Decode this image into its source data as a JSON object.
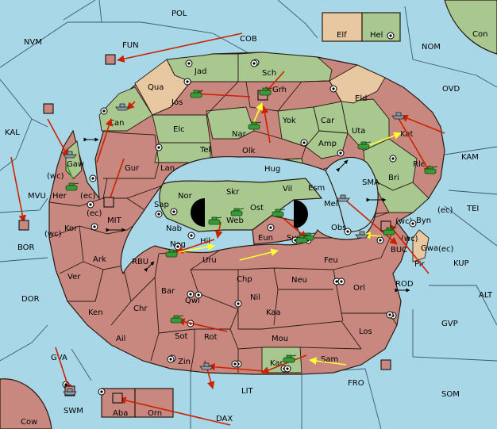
{
  "colors": {
    "sea": "#a8d8e8",
    "red_power": "#c88880",
    "green_power": "#a8c890",
    "neutral": "#e8c8a0",
    "order_red": "#cc2200",
    "order_yellow": "#ffff33",
    "order_green": "#22aa22"
  },
  "sea_labels": [
    "POL",
    "NVM",
    "FUN",
    "COB",
    "NOM",
    "Con",
    "OVD",
    "KAL",
    "KAM",
    "MVU",
    "TEI",
    "BOR",
    "MIT",
    "SMA",
    "KUP",
    "ALT",
    "DOR",
    "RBU",
    "BUC",
    "ROD",
    "GVP",
    "GVA",
    "FRO",
    "SOM",
    "SWM",
    "LIT",
    "DAX",
    "Cow"
  ],
  "land_labels": [
    "Elf",
    "Hel",
    "Jad",
    "Sch",
    "Qua",
    "Jos",
    "Grh",
    "Eld",
    "Can",
    "Elc",
    "Nar",
    "Yok",
    "Car",
    "Uta",
    "Kat",
    "Gur",
    "Tel",
    "Olk",
    "Amp",
    "Rle",
    "Lan",
    "Hug",
    "Bri",
    "Gaw",
    "Her",
    "Nor",
    "Skr",
    "Vil",
    "Esm",
    "Sap",
    "Ost",
    "Web",
    "Mel",
    "Byn",
    "Kor",
    "Nab",
    "Obs",
    "Gwa",
    "Nog",
    "Hil",
    "Eun",
    "Sun",
    "Pir",
    "Ark",
    "Uru",
    "Feu",
    "Ver",
    "Chp",
    "Neu",
    "Bar",
    "Qwi",
    "Nil",
    "Orl",
    "Ken",
    "Chr",
    "Kaa",
    "Ail",
    "Sot",
    "Rot",
    "Mou",
    "Los",
    "Zin",
    "Kar",
    "Sam",
    "Aba",
    "Orn"
  ],
  "coast_marks": [
    "(wc)",
    "(ec)",
    "(ec)",
    "(wc)",
    "(ec)",
    "(wc)",
    "(wc)",
    "(ec)"
  ],
  "units": [
    {
      "type": "fleet",
      "power": "grey"
    },
    {
      "type": "army",
      "power": "green"
    },
    {
      "type": "army",
      "power": "green"
    },
    {
      "type": "fleet",
      "power": "grey"
    },
    {
      "type": "army",
      "power": "green"
    },
    {
      "type": "army",
      "power": "green"
    },
    {
      "type": "army",
      "power": "green"
    },
    {
      "type": "fleet",
      "power": "grey"
    },
    {
      "type": "army",
      "power": "green"
    },
    {
      "type": "fleet",
      "power": "grey"
    },
    {
      "type": "fleet",
      "power": "grey"
    },
    {
      "type": "army",
      "power": "green"
    },
    {
      "type": "army",
      "power": "green"
    },
    {
      "type": "army",
      "power": "green"
    },
    {
      "type": "army",
      "power": "green"
    },
    {
      "type": "army",
      "power": "green"
    },
    {
      "type": "army",
      "power": "green"
    },
    {
      "type": "army",
      "power": "green"
    },
    {
      "type": "army",
      "power": "green"
    },
    {
      "type": "fleet",
      "power": "grey"
    },
    {
      "type": "fleet",
      "power": "grey"
    },
    {
      "type": "army",
      "power": "green"
    }
  ],
  "build_markers": 9,
  "supply_centers": 40
}
